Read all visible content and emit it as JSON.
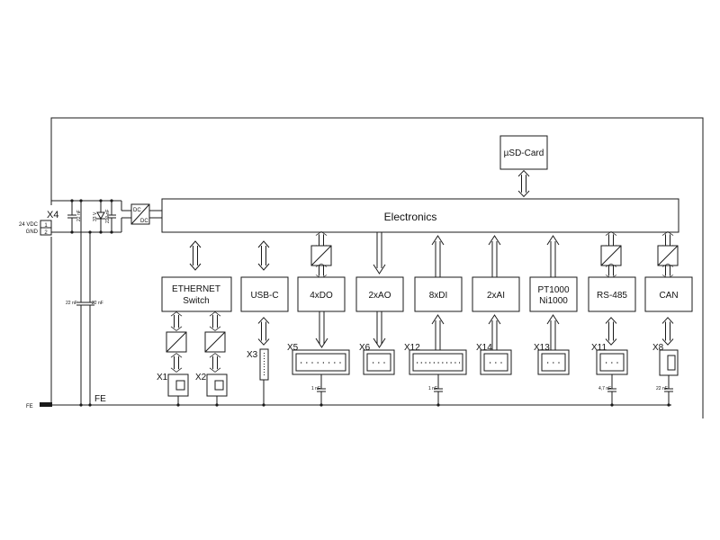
{
  "connector_x4": {
    "name": "X4",
    "pin1_label": "24 VDC",
    "pin1_num": "1",
    "pin2_label": "GND",
    "pin2_num": "2"
  },
  "input_filter": {
    "cap1": "22 nF",
    "cap2": "22 nF",
    "cap3": "22 nF",
    "tvs": "33 V",
    "cap4": "220 nF"
  },
  "dcdc": {
    "in_label": "DC",
    "out_label": "DC"
  },
  "electronics": {
    "label": "Electronics"
  },
  "sd_card": {
    "label": "µSD-Card"
  },
  "earth": {
    "fe_left": "FE",
    "fe_rail": "FE"
  },
  "modules": {
    "ethernet": {
      "line1": "ETHERNET",
      "line2": "Switch",
      "conn1": "X1",
      "conn2": "X2"
    },
    "usbc": {
      "label": "USB-C",
      "conn": "X3"
    },
    "do": {
      "label": "4xDO",
      "conn": "X5",
      "cap": "1 nF"
    },
    "ao": {
      "label": "2xAO",
      "conn": "X6"
    },
    "di": {
      "label": "8xDI",
      "conn": "X12",
      "cap": "1 nF"
    },
    "ai": {
      "label": "2xAI",
      "conn": "X14"
    },
    "pt": {
      "line1": "PT1000",
      "line2": "Ni1000",
      "conn": "X13"
    },
    "rs485": {
      "label": "RS-485",
      "conn": "X11",
      "cap": "4,7 nF"
    },
    "can": {
      "label": "CAN",
      "conn": "X8",
      "cap": "22 nF"
    }
  }
}
